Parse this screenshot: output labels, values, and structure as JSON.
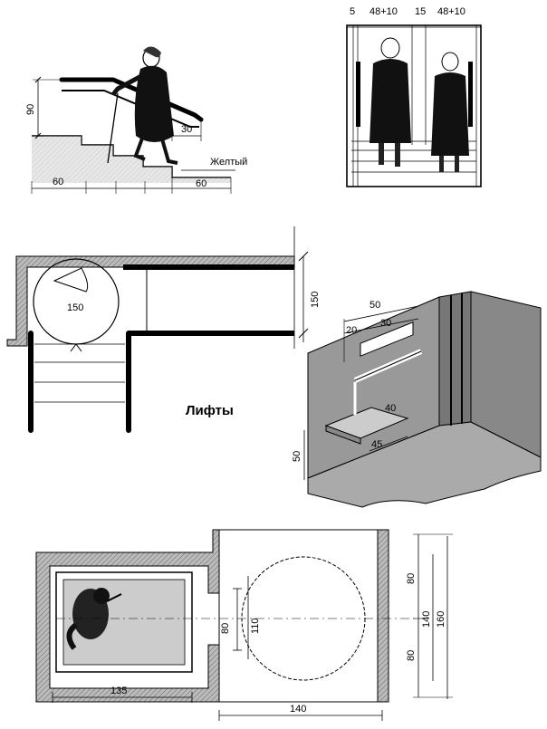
{
  "stairs_side": {
    "height_label": "90",
    "handrail_ext_label": "30",
    "tread_label_left": "60",
    "tread_label_right": "60",
    "color_note": "Желтый"
  },
  "stairs_front": {
    "dims": [
      "5",
      "48+10",
      "15",
      "48+10"
    ]
  },
  "stair_plan": {
    "circle_label": "150",
    "width_label": "150"
  },
  "lifts_title": "Лифты",
  "lift_3d": {
    "top_label": "50",
    "label_20": "20",
    "label_30": "30",
    "seat_label_40": "40",
    "seat_label_45": "45",
    "height_label": "50"
  },
  "lift_plan": {
    "door_inner_label": "80",
    "door_outer_label": "110",
    "cabin_width_label": "135",
    "landing_width_label": "140",
    "right_dim_top": "80",
    "right_dim_bottom": "80",
    "right_dim_mid": "140",
    "right_dim_total": "160"
  }
}
